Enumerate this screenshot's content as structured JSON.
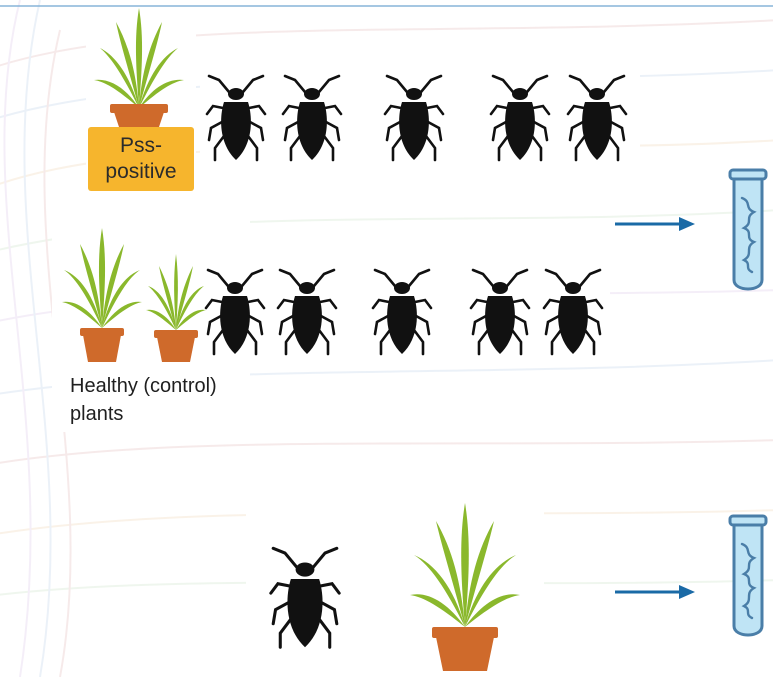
{
  "infected_source": {
    "label_line1": "Pss-",
    "label_line2": "positive",
    "insect_count": 5
  },
  "control": {
    "label_line1": "Healthy (control)",
    "label_line2": "plants",
    "plant_count": 2,
    "insect_count": 5
  },
  "transmission": {
    "insect_count": 1,
    "plant_count": 1
  },
  "icons": [
    "plant-icon",
    "planthopper-icon",
    "arrow-right-icon",
    "test-tube-icon"
  ],
  "colors": {
    "label_box": "#f6b52d",
    "arrow": "#1a6aa6",
    "pot": "#cf6a2b",
    "leaf": "#8ab82c",
    "insect": "#111111",
    "tube_glass": "#bfe4f5",
    "tube_outline": "#4a7ea8"
  }
}
